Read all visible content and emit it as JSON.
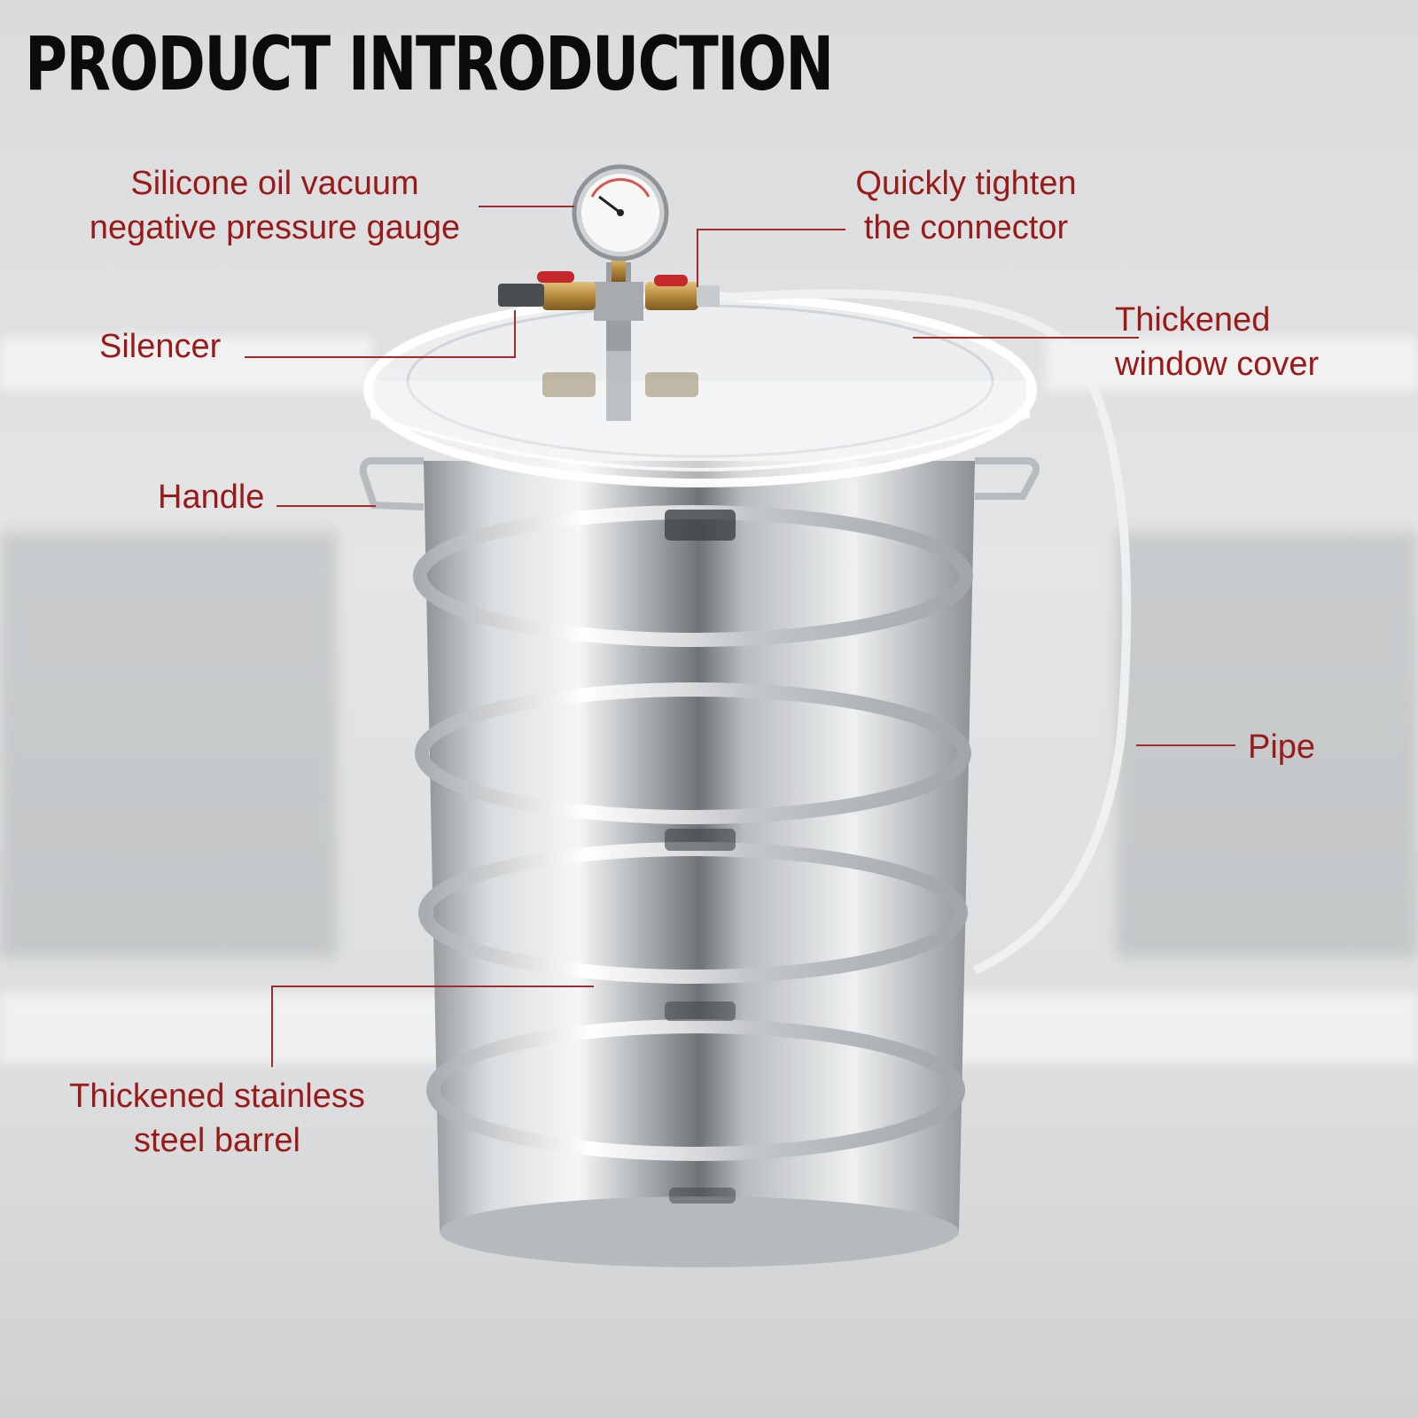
{
  "title": "PRODUCT INTRODUCTION",
  "callouts": {
    "gauge": {
      "line1": "Silicone oil vacuum",
      "line2": "negative pressure gauge"
    },
    "connector": {
      "line1": "Quickly tighten",
      "line2": "the connector"
    },
    "silencer": {
      "text": "Silencer"
    },
    "cover": {
      "line1": "Thickened",
      "line2": "window cover"
    },
    "handle": {
      "text": "Handle"
    },
    "pipe": {
      "text": "Pipe"
    },
    "barrel": {
      "line1": "Thickened stainless",
      "line2": "steel barrel"
    }
  },
  "colors": {
    "callout_text": "#9a1a1a",
    "leader_line": "#a32b2b",
    "title": "#0b0b0b"
  }
}
